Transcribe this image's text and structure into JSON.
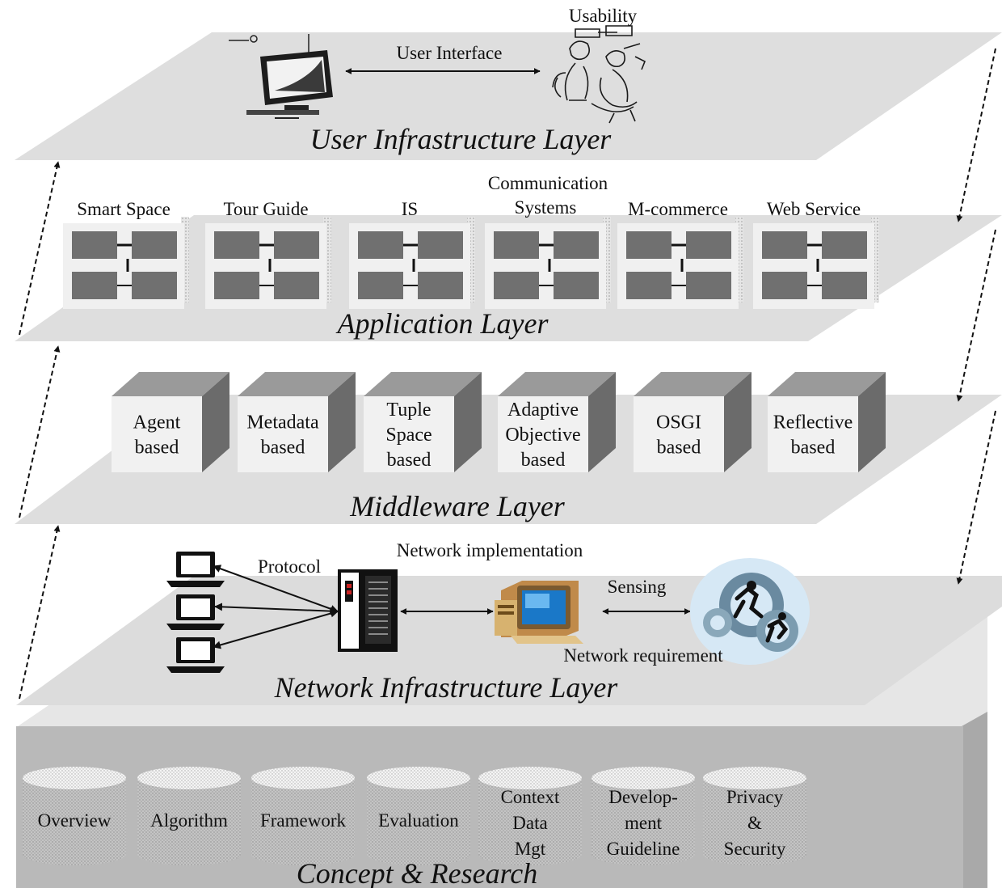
{
  "colors": {
    "plane": "#dedede",
    "plane_edge": "#d2d2d2",
    "module_bg": "#f0f0f0",
    "module_block": "#707070",
    "cube_front": "#f1f1f1",
    "cube_side": "#6b6b6b",
    "cube_top": "#9a9a9a",
    "base_front": "#b9b9b9",
    "base_top": "#e4e4e4",
    "base_side": "#a2a2a2",
    "cylinder": "#bdbdbd",
    "ink": "#111111"
  },
  "layers": {
    "user": {
      "title": "User Infrastructure Layer",
      "label_ui": "User Interface",
      "label_usability": "Usability"
    },
    "application": {
      "title": "Application Layer",
      "modules": [
        {
          "label": "Smart Space"
        },
        {
          "label": "Tour Guide"
        },
        {
          "label": "IS"
        },
        {
          "label_line1": "Communication",
          "label_line2": "Systems"
        },
        {
          "label": "M-commerce"
        },
        {
          "label": "Web Service"
        }
      ]
    },
    "middleware": {
      "title": "Middleware Layer",
      "boxes": [
        {
          "lines": [
            "Agent",
            "based"
          ]
        },
        {
          "lines": [
            "Metadata",
            "based"
          ]
        },
        {
          "lines": [
            "Tuple",
            "Space",
            "based"
          ]
        },
        {
          "lines": [
            "Adaptive",
            "Objective",
            "based"
          ]
        },
        {
          "lines": [
            "OSGI",
            "based"
          ]
        },
        {
          "lines": [
            "Reflective",
            "based"
          ]
        }
      ]
    },
    "network": {
      "title": "Network Infrastructure Layer",
      "label_protocol": "Protocol",
      "label_implementation": "Network implementation",
      "label_sensing": "Sensing",
      "label_requirement": "Network requirement"
    },
    "concept": {
      "title": "Concept & Research",
      "cylinders": [
        {
          "lines": [
            "Overview"
          ]
        },
        {
          "lines": [
            "Algorithm"
          ]
        },
        {
          "lines": [
            "Framework"
          ]
        },
        {
          "lines": [
            "Evaluation"
          ]
        },
        {
          "lines": [
            "Context",
            "Data",
            "Mgt"
          ]
        },
        {
          "lines": [
            "Develop-",
            "ment",
            "Guideline"
          ]
        },
        {
          "lines": [
            "Privacy",
            "&",
            "Security"
          ]
        }
      ]
    }
  }
}
